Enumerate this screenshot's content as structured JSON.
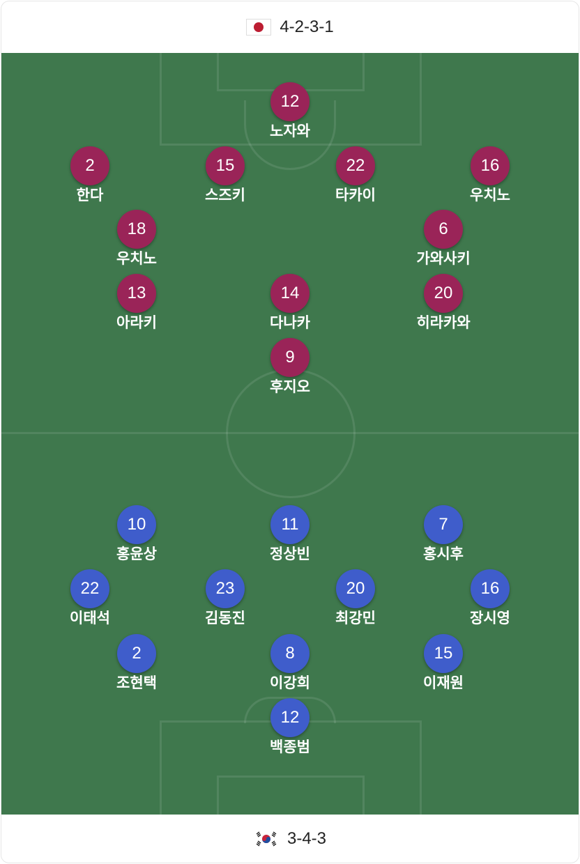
{
  "home": {
    "formation": "4-2-3-1",
    "flag": "japan-flag-icon"
  },
  "away": {
    "formation": "3-4-3",
    "flag": "korea-flag-icon"
  },
  "colors": {
    "pitch": "#3f784d",
    "home_badge": "#9a2458",
    "away_badge": "#3f5dcb"
  },
  "home_players": [
    {
      "number": "12",
      "name": "노자와"
    },
    {
      "number": "2",
      "name": "한다"
    },
    {
      "number": "15",
      "name": "스즈키"
    },
    {
      "number": "22",
      "name": "타카이"
    },
    {
      "number": "16",
      "name": "우치노"
    },
    {
      "number": "18",
      "name": "우치노"
    },
    {
      "number": "6",
      "name": "가와사키"
    },
    {
      "number": "13",
      "name": "아라키"
    },
    {
      "number": "14",
      "name": "다나카"
    },
    {
      "number": "20",
      "name": "히라카와"
    },
    {
      "number": "9",
      "name": "후지오"
    }
  ],
  "away_players": [
    {
      "number": "10",
      "name": "홍윤상"
    },
    {
      "number": "11",
      "name": "정상빈"
    },
    {
      "number": "7",
      "name": "홍시후"
    },
    {
      "number": "22",
      "name": "이태석"
    },
    {
      "number": "23",
      "name": "김동진"
    },
    {
      "number": "20",
      "name": "최강민"
    },
    {
      "number": "16",
      "name": "장시영"
    },
    {
      "number": "2",
      "name": "조현택"
    },
    {
      "number": "8",
      "name": "이강희"
    },
    {
      "number": "15",
      "name": "이재원"
    },
    {
      "number": "12",
      "name": "백종범"
    }
  ]
}
